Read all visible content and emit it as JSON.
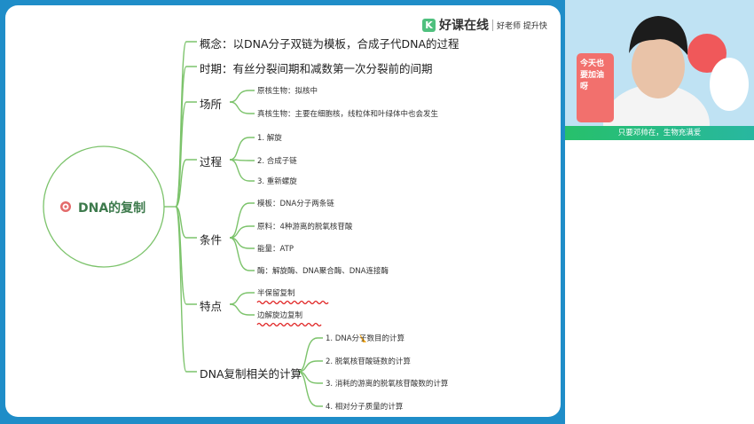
{
  "brand": {
    "logo_letter": "K",
    "name": "好课在线",
    "slogan": "好老师 提升快"
  },
  "mindmap": {
    "center": "DNA的复制",
    "center_icon": "target-icon",
    "branches": [
      {
        "label": "概念：以DNA分子双链为模板，合成子代DNA的过程",
        "children": []
      },
      {
        "label": "时期：有丝分裂间期和减数第一次分裂前的间期",
        "children": []
      },
      {
        "label": "场所",
        "children": [
          "原核生物：拟核中",
          "真核生物：主要在细胞核，线粒体和叶绿体中也会发生"
        ]
      },
      {
        "label": "过程",
        "children": [
          "1. 解旋",
          "2. 合成子链",
          "3. 重新螺旋"
        ]
      },
      {
        "label": "条件",
        "children": [
          "模板：DNA分子两条链",
          "原料：4种游离的脱氧核苷酸",
          "能量：ATP",
          "酶：解旋酶、DNA聚合酶、DNA连接酶"
        ]
      },
      {
        "label": "特点",
        "children": [
          "半保留复制",
          "边解旋边复制"
        ]
      },
      {
        "label": "DNA复制相关的计算",
        "children": [
          "1. DNA分子数目的计算",
          "2. 脱氧核苷酸链数的计算",
          "3. 消耗的游离的脱氧核苷酸数的计算",
          "4. 相对分子质量的计算"
        ]
      }
    ]
  },
  "video": {
    "banner": "今天也要加油呀",
    "caption": "只要邓帅在，生物充满爱"
  },
  "colors": {
    "branch": "#7cc36b",
    "underline": "#e02020",
    "frame": "#1f8dc8"
  }
}
